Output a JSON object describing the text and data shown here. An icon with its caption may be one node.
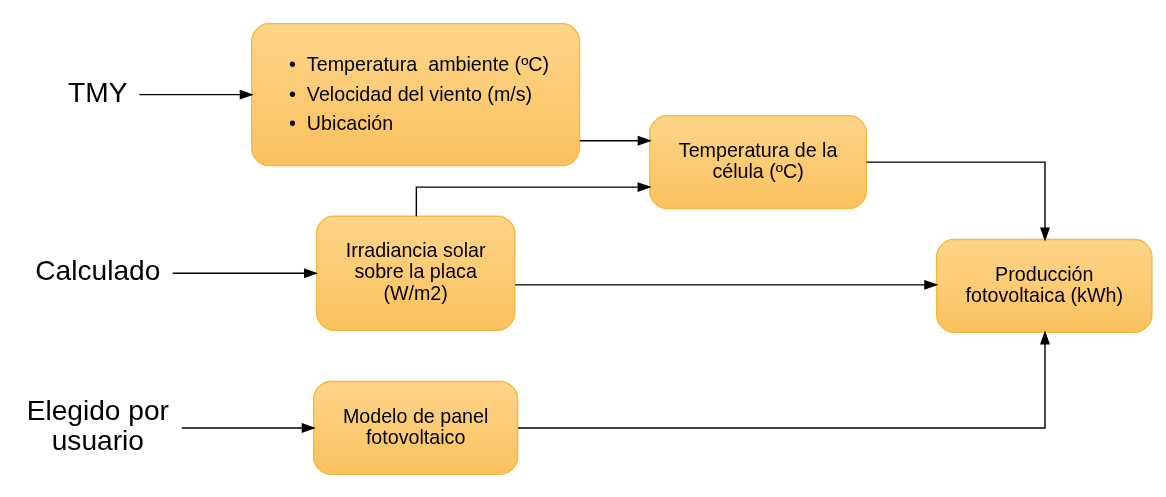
{
  "diagram": {
    "nodes": [
      {
        "text": [
          "TMY"
        ]
      },
      {
        "text": [
          "•  Temperatura  ambiente (ºC)",
          "•  Velocidad del viento (m/s)",
          "•  Ubicación"
        ]
      },
      {
        "text": [
          "Temperatura de la célula (ºC)"
        ]
      },
      {
        "text": [
          "Calculado"
        ]
      },
      {
        "text": [
          "Irradiancia solar sobre la placa (W/m2)"
        ]
      },
      {
        "text": [
          "Producción fotovoltaica (kWh)"
        ]
      },
      {
        "text": [
          "Elegido por usuario"
        ]
      },
      {
        "text": [
          "Modelo de panel fotovoltaico"
        ]
      }
    ],
    "edges": [
      {
        "from": 0,
        "to": 1,
        "arrow": "to"
      },
      {
        "from": 1,
        "to": 2,
        "arrow": "to"
      },
      {
        "from": 3,
        "to": 4,
        "arrow": "to"
      },
      {
        "from": 4,
        "to": 2,
        "arrow": "to"
      },
      {
        "from": 4,
        "to": 5,
        "arrow": "to"
      },
      {
        "from": 2,
        "to": 5,
        "arrow": "to"
      },
      {
        "from": 6,
        "to": 7,
        "arrow": "to"
      },
      {
        "from": 7,
        "to": 5,
        "arrow": "to"
      }
    ]
  }
}
